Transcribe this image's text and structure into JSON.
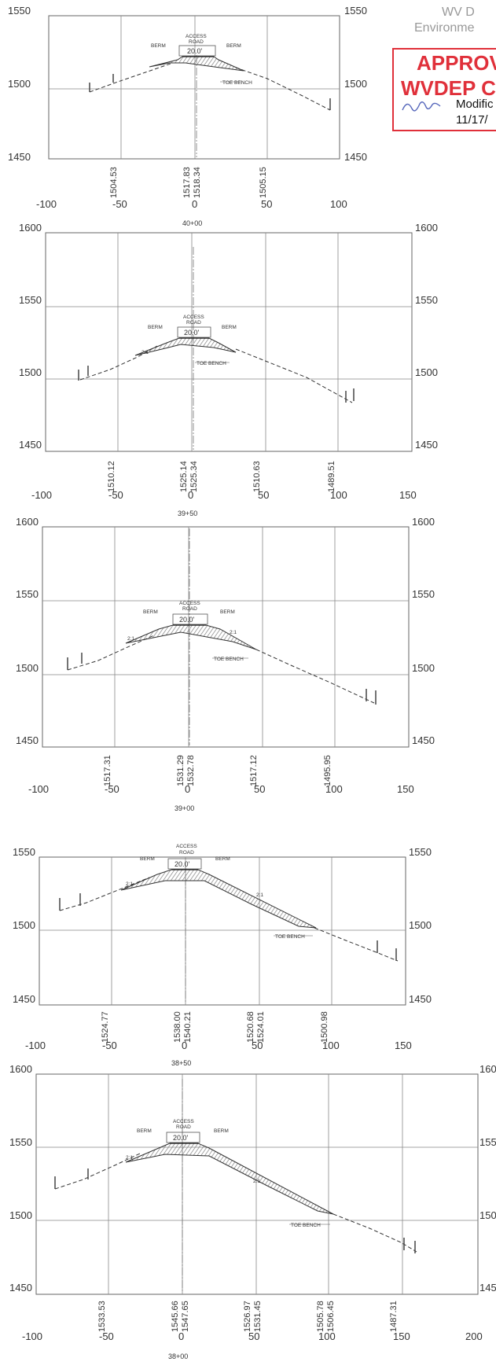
{
  "stamp": {
    "line1": "WV D",
    "line2": "Environme",
    "approved": "APPROV",
    "agency": "WVDEP C",
    "modified": "Modific",
    "date": "11/17/"
  },
  "labels": {
    "access": "ACCESS",
    "road": "ROAD",
    "width": "20.0'",
    "berm": "BERM",
    "toe_bench": "TOE BENCH",
    "slope": "2:1"
  },
  "sections": [
    {
      "station": "40+00",
      "y_ticks": [
        "1550",
        "1500",
        "1450"
      ],
      "x_ticks": [
        "-100",
        "-50",
        "0",
        "50",
        "100"
      ],
      "elevations": [
        "1504.53",
        "1517.83",
        "1518.34",
        "1505.15"
      ]
    },
    {
      "station": "39+50",
      "y_ticks": [
        "1600",
        "1550",
        "1500",
        "1450"
      ],
      "x_ticks": [
        "-100",
        "-50",
        "0",
        "50",
        "100",
        "150"
      ],
      "elevations": [
        "1510.12",
        "1525.14",
        "1525.34",
        "1510.63",
        "1489.51"
      ]
    },
    {
      "station": "39+00",
      "y_ticks": [
        "1600",
        "1550",
        "1500",
        "1450"
      ],
      "x_ticks": [
        "-100",
        "-50",
        "0",
        "50",
        "100",
        "150"
      ],
      "elevations": [
        "1517.31",
        "1531.29",
        "1532.78",
        "1517.12",
        "1495.95"
      ]
    },
    {
      "station": "38+50",
      "y_ticks": [
        "1550",
        "1500",
        "1450"
      ],
      "x_ticks": [
        "-100",
        "-50",
        "0",
        "50",
        "100",
        "150"
      ],
      "elevations": [
        "1524.77",
        "1538.00",
        "1540.21",
        "1520.68",
        "1524.01",
        "1500.98"
      ]
    },
    {
      "station": "38+00",
      "y_ticks": [
        "1600",
        "1550",
        "1500",
        "1450"
      ],
      "y_ticks_right": [
        "160",
        "155",
        "150",
        "145"
      ],
      "x_ticks": [
        "-100",
        "-50",
        "0",
        "50",
        "100",
        "150",
        "200"
      ],
      "elevations": [
        "1533.53",
        "1545.66",
        "1547.65",
        "1526.97",
        "1531.45",
        "1505.78",
        "1506.45",
        "1487.31"
      ]
    }
  ]
}
